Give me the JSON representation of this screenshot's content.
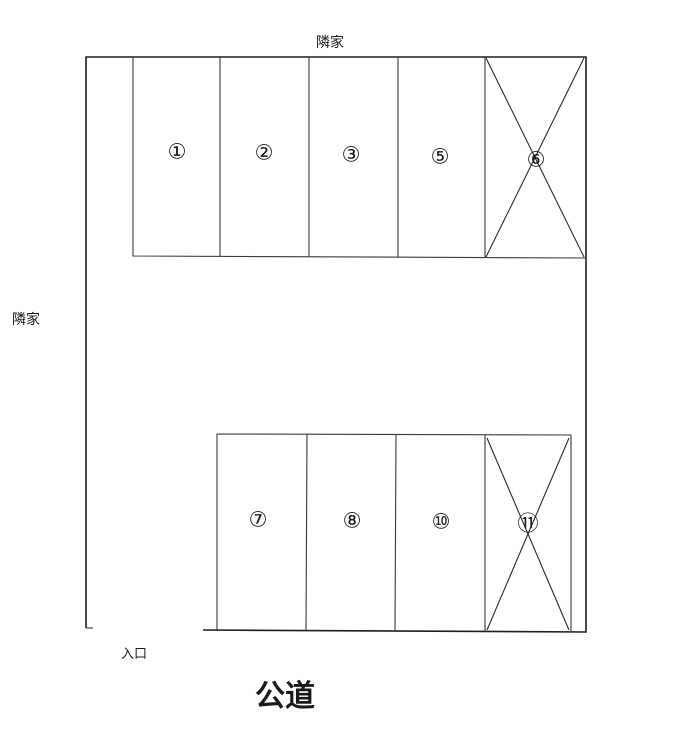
{
  "labels": {
    "neighbor_top": "隣家",
    "neighbor_left": "隣家",
    "entrance": "入口",
    "public_road": "公道"
  },
  "spaces": {
    "top": [
      {
        "label": "①",
        "status": "available"
      },
      {
        "label": "②",
        "status": "available"
      },
      {
        "label": "③",
        "status": "available"
      },
      {
        "label": "⑤",
        "status": "available"
      },
      {
        "label": "⑥",
        "status": "unavailable"
      }
    ],
    "bottom": [
      {
        "label": "⑦",
        "status": "available"
      },
      {
        "label": "⑧",
        "status": "available"
      },
      {
        "label": "⑩",
        "status": "available"
      },
      {
        "label": "⑪",
        "status": "unavailable"
      }
    ]
  }
}
